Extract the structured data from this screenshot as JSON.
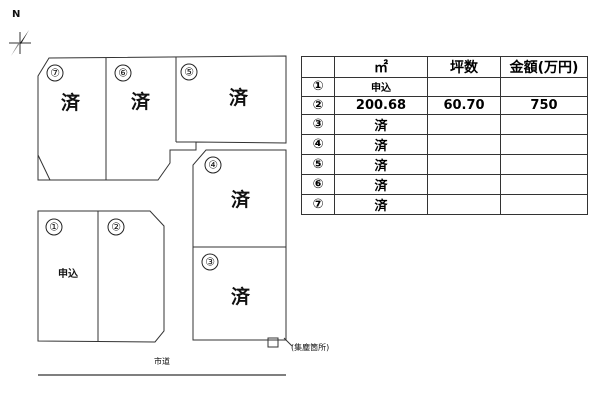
{
  "map": {
    "road_label": "市道",
    "collection_label": "(集塵箇所)",
    "lots": [
      {
        "id": "lot-7",
        "number": "⑦",
        "status": "済"
      },
      {
        "id": "lot-6",
        "number": "⑥",
        "status": "済"
      },
      {
        "id": "lot-5",
        "number": "⑤",
        "status": "済"
      },
      {
        "id": "lot-4",
        "number": "④",
        "status": "済"
      },
      {
        "id": "lot-3",
        "number": "③",
        "status": "済"
      },
      {
        "id": "lot-2",
        "number": "②",
        "status": ""
      },
      {
        "id": "lot-1",
        "number": "①",
        "status": "申込"
      }
    ]
  },
  "table": {
    "headers": [
      "",
      "㎡",
      "坪数",
      "金額(万円)"
    ],
    "rows": [
      {
        "lot": "①",
        "area": "申込",
        "tsubo": "",
        "price": ""
      },
      {
        "lot": "②",
        "area": "200.68",
        "tsubo": "60.70",
        "price": "750"
      },
      {
        "lot": "③",
        "area": "済",
        "tsubo": "",
        "price": ""
      },
      {
        "lot": "④",
        "area": "済",
        "tsubo": "",
        "price": ""
      },
      {
        "lot": "⑤",
        "area": "済",
        "tsubo": "",
        "price": ""
      },
      {
        "lot": "⑥",
        "area": "済",
        "tsubo": "",
        "price": ""
      },
      {
        "lot": "⑦",
        "area": "済",
        "tsubo": "",
        "price": ""
      }
    ]
  }
}
